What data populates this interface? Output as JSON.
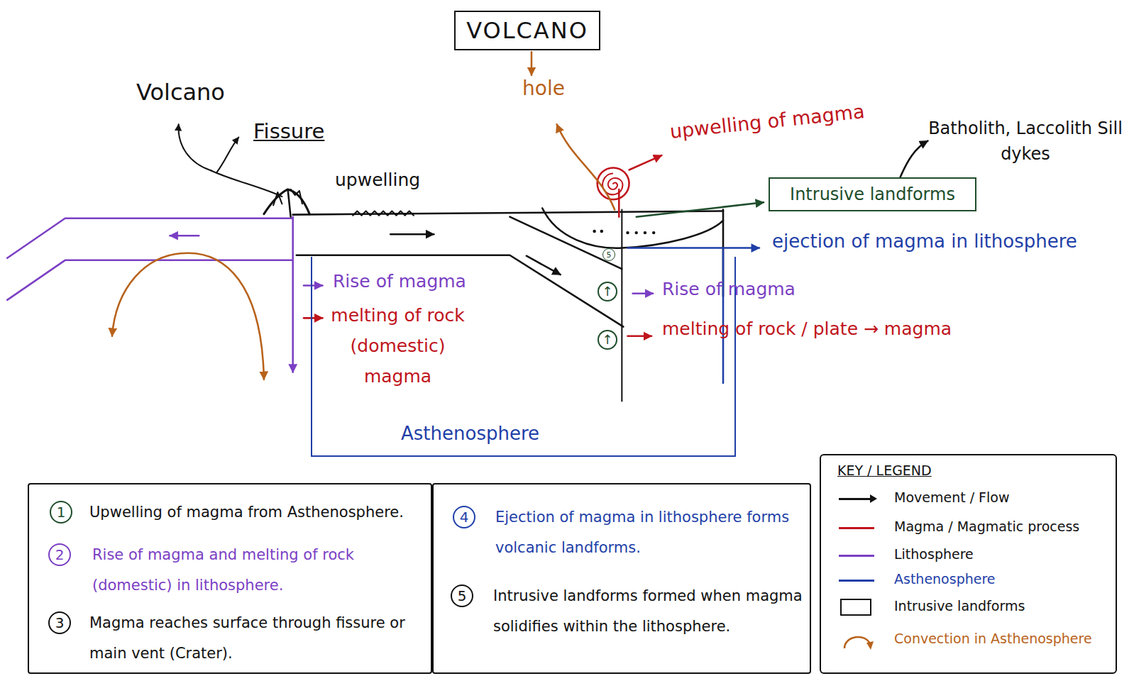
{
  "diagram": {
    "title": "VOLCANO",
    "nodes": [
      {
        "text": [
          "Intrusive landforms"
        ]
      },
      {
        "text": [
          "5"
        ]
      },
      {
        "text": [
          "Asthenosphere"
        ]
      },
      {
        "text": [
          "↑"
        ],
        "in": 2
      },
      {
        "text": [
          "↑"
        ],
        "in": 2
      },
      {
        "text": [
          "Upwelling of magma from Asthenosphere.",
          "Rise of magma and melting of rock (domestic) in lithosphere.",
          "Magma reaches surface through fissure or main vent (Crater)."
        ]
      },
      {
        "text": [
          "1"
        ],
        "in": 5
      },
      {
        "text": [
          "2"
        ],
        "in": 5
      },
      {
        "text": [
          "3"
        ],
        "in": 5
      },
      {
        "text": [
          "Ejection of magma in lithosphere forms volcanic landforms.",
          "Intrusive landforms formed when magma solidifies within the lithosphere."
        ]
      },
      {
        "text": [
          "4"
        ],
        "in": 9
      },
      {
        "text": [
          "5"
        ],
        "in": 9
      }
    ],
    "labels": [
      "hole",
      "Volcano",
      "upwelling of magma",
      "Batholith, Laccolith Sill dykes",
      "Fissure",
      "upwelling",
      "ejection of magma in lithosphere",
      "Rise of magma",
      "Rise of magma",
      "melting of rock (domestic) magma",
      "melting of rock / plate → magma",
      "KEY / LEGEND"
    ],
    "legend": [
      {
        "text": "Movement / Flow",
        "color": "#111111"
      },
      {
        "text": "Magma / Magmatic process",
        "color": "#c0141c"
      },
      {
        "text": "Lithosphere",
        "color": "#7b3fc4"
      },
      {
        "text": "Asthenosphere",
        "color": "#1f3fa8"
      },
      {
        "text": "Intrusive landforms"
      },
      {
        "text": "Convection in Asthenosphere"
      }
    ]
  }
}
